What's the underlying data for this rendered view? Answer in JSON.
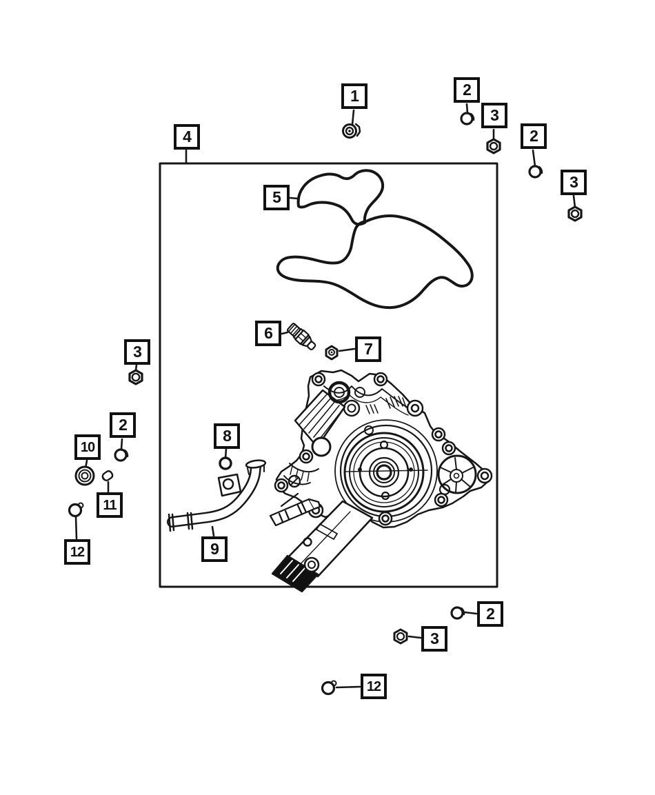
{
  "colors": {
    "line": "#161616",
    "background": "#ffffff"
  },
  "callouts": [
    {
      "label": "1",
      "part_icon": "flange-bolt-icon"
    },
    {
      "label": "2",
      "part_icon": "grommet-icon"
    },
    {
      "label": "3",
      "part_icon": "hex-nut-icon"
    },
    {
      "label": "2",
      "part_icon": "grommet-icon"
    },
    {
      "label": "3",
      "part_icon": "hex-nut-icon"
    },
    {
      "label": "4",
      "part_icon": "parts-box-frame"
    },
    {
      "label": "5",
      "part_icon": "gasket-outline"
    },
    {
      "label": "6",
      "part_icon": "sensor-fitting-icon"
    },
    {
      "label": "7",
      "part_icon": "small-hex-nut-icon"
    },
    {
      "label": "3",
      "part_icon": "hex-nut-icon"
    },
    {
      "label": "2",
      "part_icon": "grommet-icon"
    },
    {
      "label": "10",
      "part_icon": "seal-ring-icon"
    },
    {
      "label": "11",
      "part_icon": "plug-icon"
    },
    {
      "label": "12",
      "part_icon": "retainer-clip-icon"
    },
    {
      "label": "8",
      "part_icon": "o-ring-icon"
    },
    {
      "label": "9",
      "part_icon": "coolant-tube"
    },
    {
      "label": "2",
      "part_icon": "grommet-icon"
    },
    {
      "label": "3",
      "part_icon": "hex-nut-icon"
    },
    {
      "label": "12",
      "part_icon": "retainer-clip-icon"
    }
  ]
}
